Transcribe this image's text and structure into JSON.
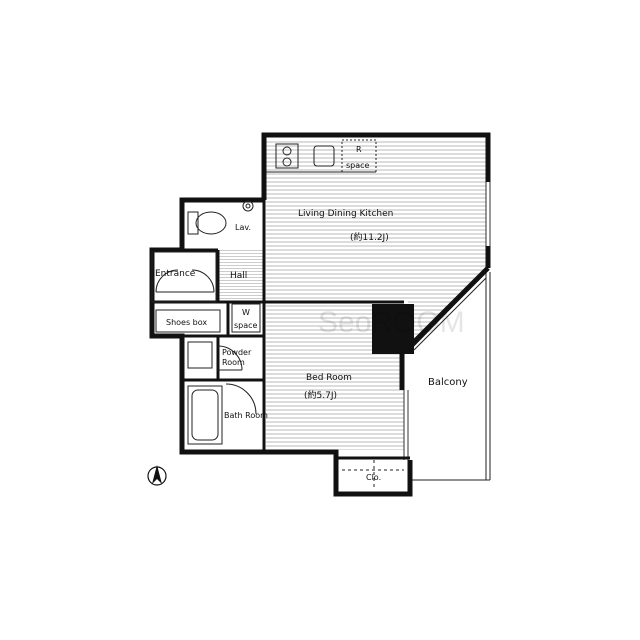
{
  "floorplan": {
    "rooms": {
      "ldk": {
        "label": "Living Dining Kitchen",
        "size": "(約11.2J)"
      },
      "lav": {
        "label": "Lav."
      },
      "hall": {
        "label": "Hall"
      },
      "entrance": {
        "label": "Entrance"
      },
      "shoes_box": {
        "label": "Shoes box"
      },
      "wspace_top": {
        "label": "W"
      },
      "wspace_bottom": {
        "label": "space"
      },
      "powder_line1": {
        "label": "Powder"
      },
      "powder_line2": {
        "label": "Room"
      },
      "bath": {
        "label": "Bath Room"
      },
      "bed": {
        "label": "Bed Room",
        "size": "(約5.7J)"
      },
      "balcony": {
        "label": "Balcony"
      },
      "clo": {
        "label": "Clo."
      },
      "fridge": {
        "label": "R"
      },
      "space": {
        "label": "space"
      }
    },
    "watermark": "SeoROOM"
  }
}
